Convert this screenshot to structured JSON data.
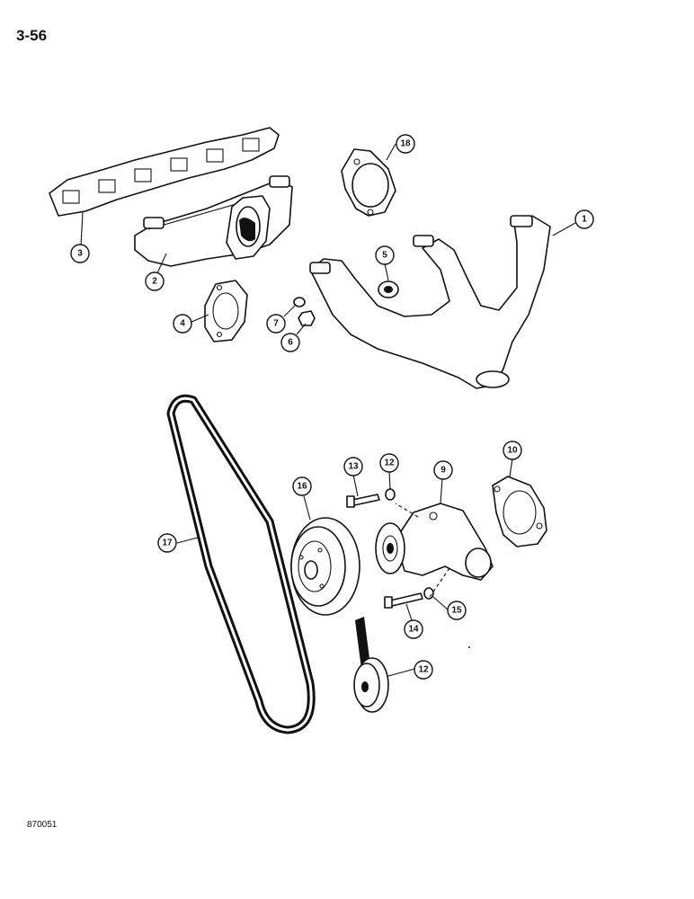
{
  "page": {
    "page_number": "3-56",
    "figure_code": "870051"
  },
  "callouts": [
    "1",
    "2",
    "3",
    "4",
    "5",
    "6",
    "7",
    "9",
    "10",
    "12",
    "13",
    "14",
    "15",
    "16",
    "17",
    "12",
    "18"
  ],
  "colors": {
    "ink": "#111111",
    "paper": "#ffffff"
  }
}
